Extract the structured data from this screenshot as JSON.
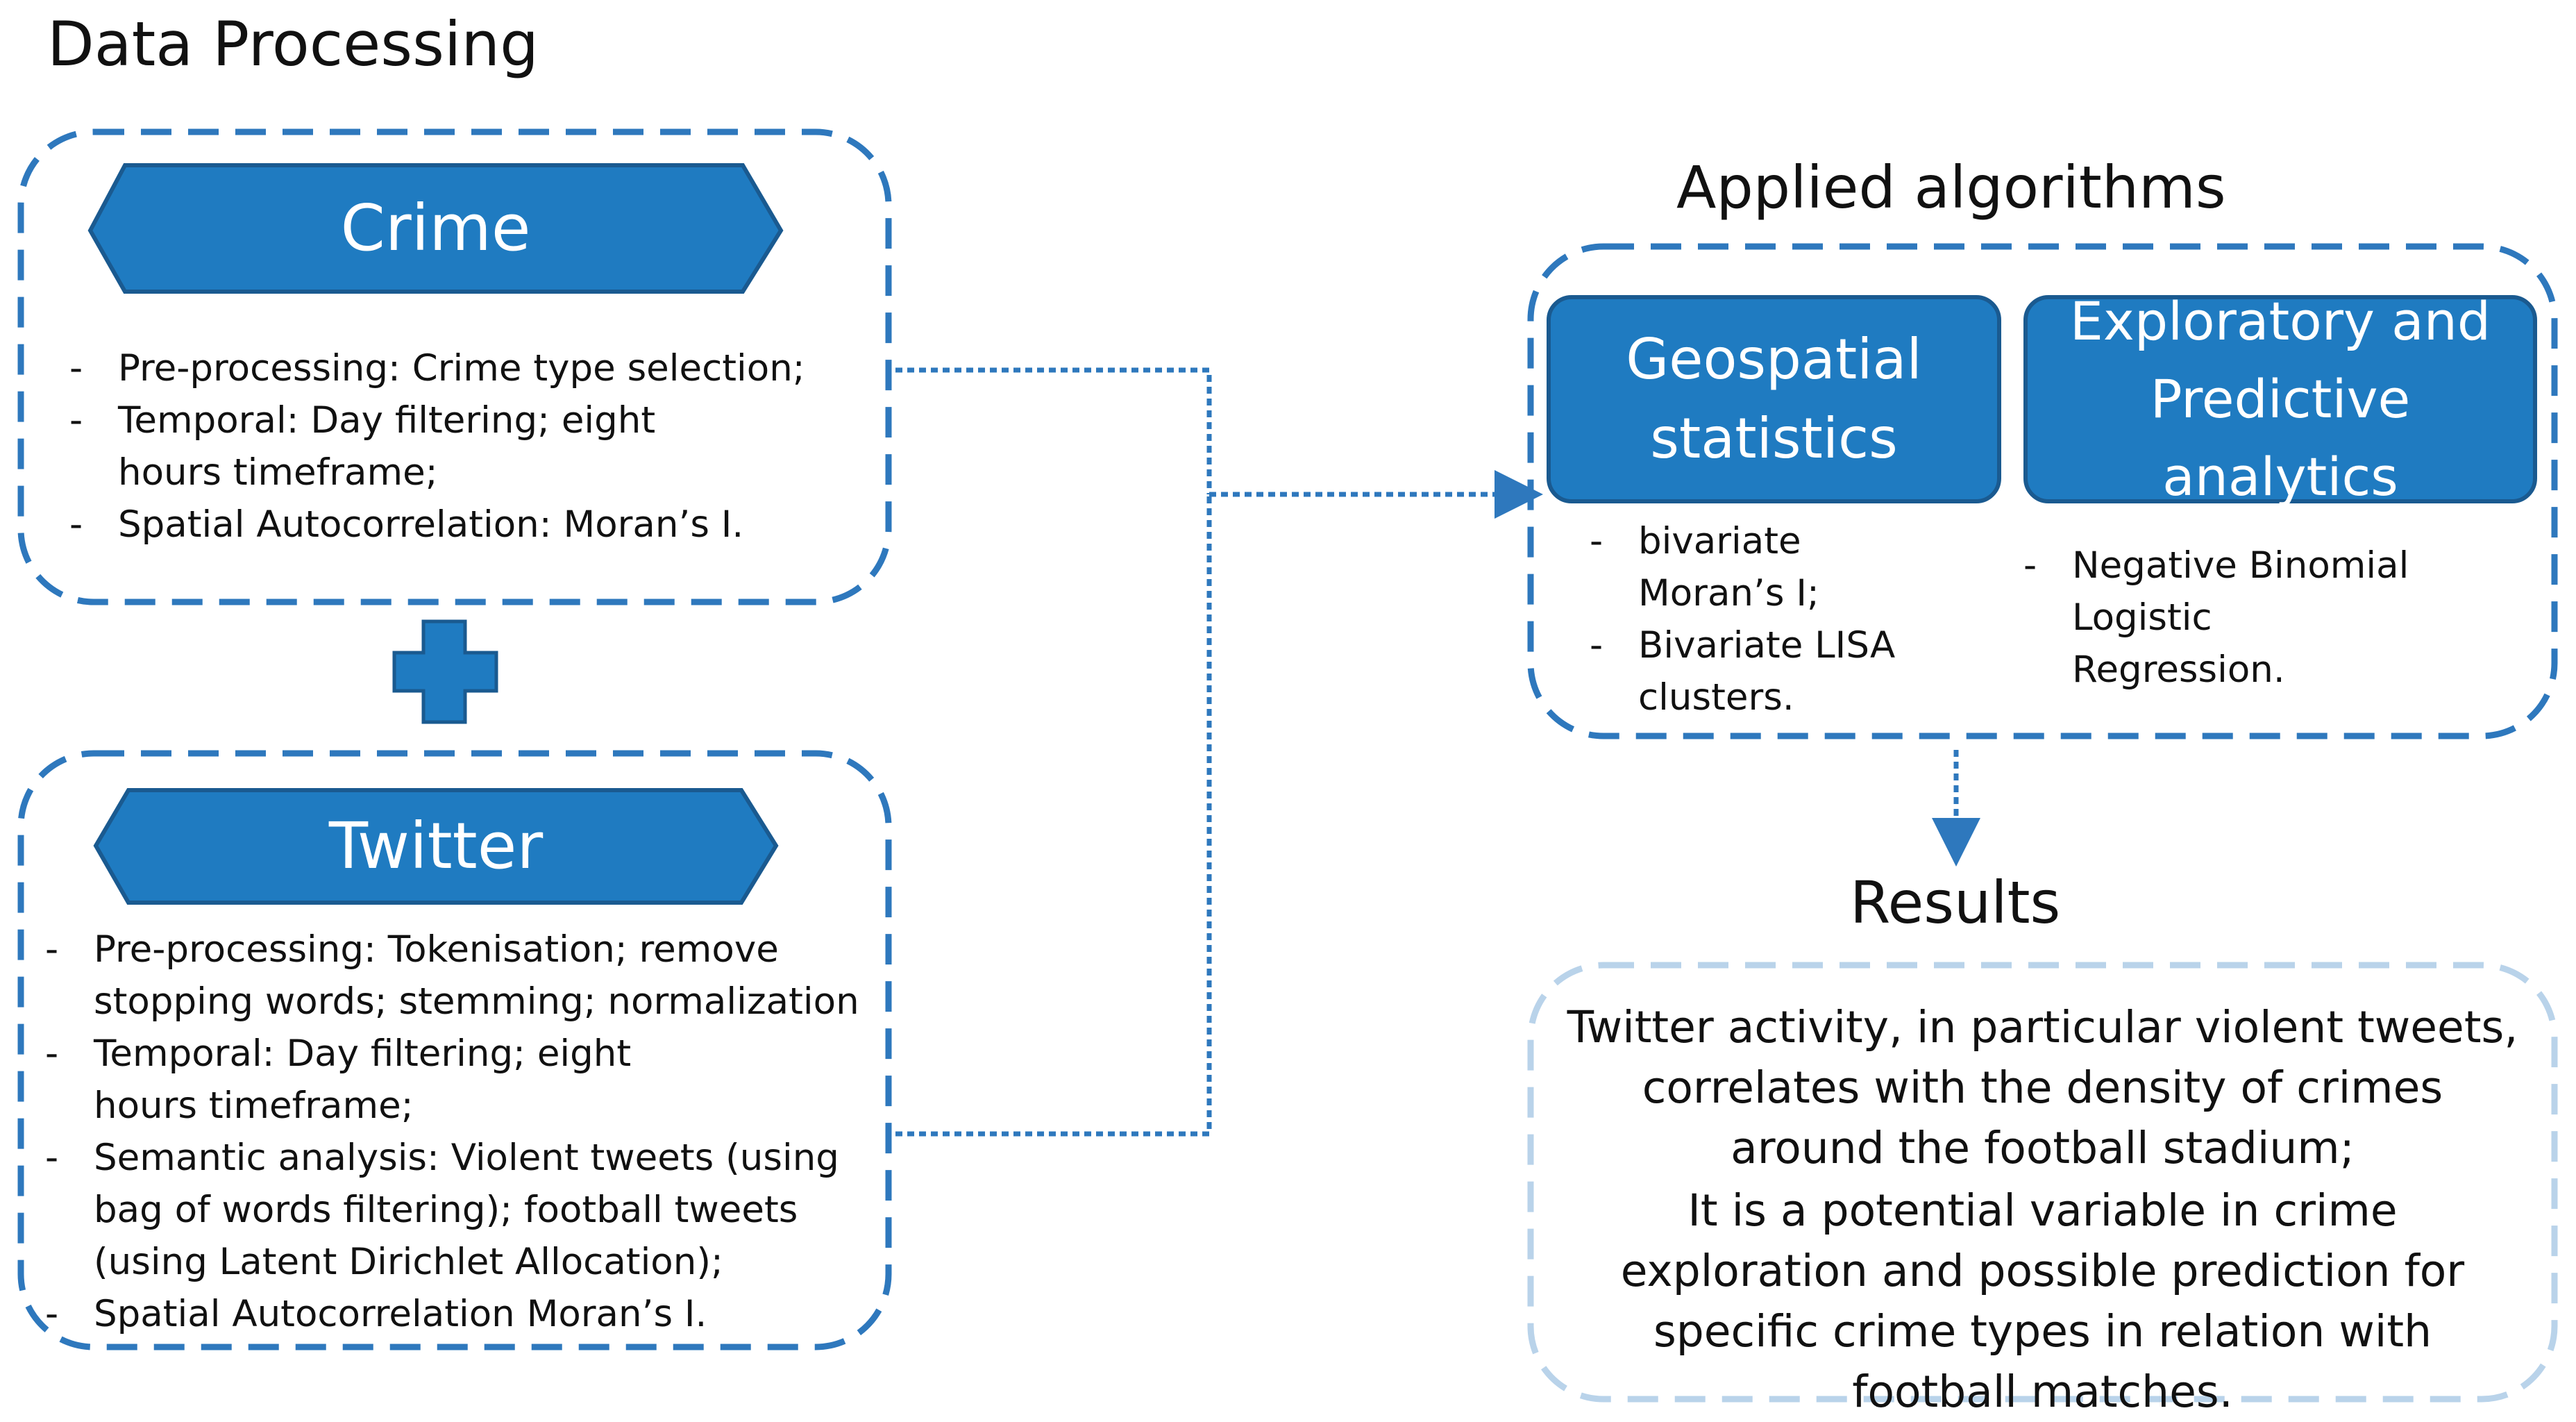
{
  "diagram": {
    "title": "Data Processing",
    "crime": {
      "label": "Crime",
      "items": [
        "Pre-processing: Crime type selection;",
        "Temporal:  Day filtering; eight hours timeframe;",
        "Spatial Autocorrelation:  Moran’s I."
      ]
    },
    "twitter": {
      "label": "Twitter",
      "items": [
        "Pre-processing: Tokenisation; remove stopping words; stemming;  normalization",
        "Temporal:  Day filtering; eight hours timeframe;",
        "Semantic analysis: Violent tweets (using bag of words filtering); football tweets (using Latent Dirichlet Allocation);",
        "Spatial Autocorrelation  Moran’s I."
      ]
    },
    "algorithms": {
      "title": "Applied algorithms",
      "geospatial": {
        "label": "Geospatial statistics",
        "items": [
          "bivariate Moran’s I;",
          "Bivariate LISA clusters."
        ]
      },
      "predictive": {
        "label": "Exploratory and Predictive analytics",
        "items": [
          "Negative Binomial Logistic Regression."
        ]
      }
    },
    "results": {
      "title": "Results",
      "text1": "Twitter activity, in particular violent tweets, correlates with the density of crimes around the football stadium;",
      "text2": "It is a potential variable in crime exploration and possible prediction for specific crime types in relation with football matches."
    },
    "bullet_marker": "-",
    "colors": {
      "banner_fill": "#1f7bc1",
      "banner_border": "#1a5a90",
      "dash_border": "#2e78bd",
      "results_border": "#b9d3ea",
      "plus": "#1f7bc1"
    }
  }
}
